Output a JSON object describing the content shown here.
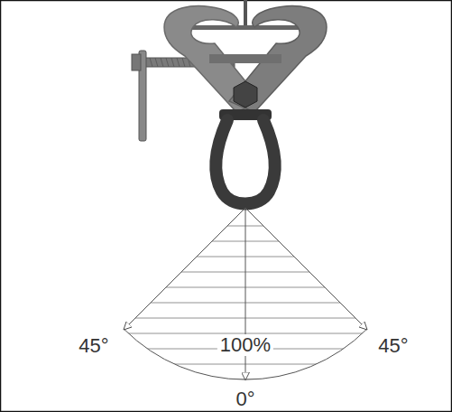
{
  "diagram": {
    "labels": [
      "45°",
      "100%",
      "45°",
      "0°"
    ]
  }
}
